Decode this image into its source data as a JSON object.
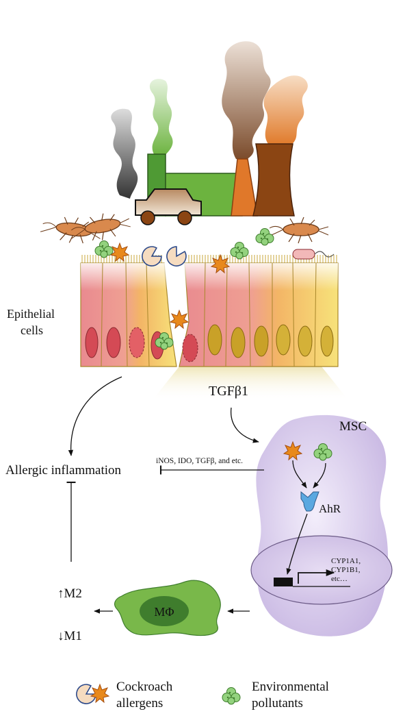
{
  "labels": {
    "epithelial_line1": "Epithelial",
    "epithelial_line2": "cells",
    "tgfb1": "TGFβ1",
    "msc": "MSC",
    "mediators": "iNOS, IDO, TGFβ, and etc.",
    "allergic_inflammation": "Allergic inflammation",
    "ahr": "AhR",
    "cyp_line1": "CYP1A1,",
    "cyp_line2": "CYP1B1,",
    "cyp_line3": "etc…",
    "macrophage": "MΦ",
    "m2": "↑M2",
    "m1": "↓M1"
  },
  "legend": {
    "cockroach_line1": "Cockroach",
    "cockroach_line2": "allergens",
    "pollutant_line1": "Environmental",
    "pollutant_line2": "pollutants"
  },
  "colors": {
    "factory_green": "#6cb33f",
    "factory_dark_green": "#3f8a2e",
    "chimney_orange": "#e0782a",
    "chimney_brown": "#8b4513",
    "msc_purple": "#c9b8e2",
    "macrophage_green": "#79b84a",
    "allergen_orange": "#e8891c",
    "pollutant_green": "#8fcf7a",
    "cell_pink": "#e98c8c",
    "cell_orange": "#f0b060",
    "cell_yellow": "#f5dd6c"
  }
}
